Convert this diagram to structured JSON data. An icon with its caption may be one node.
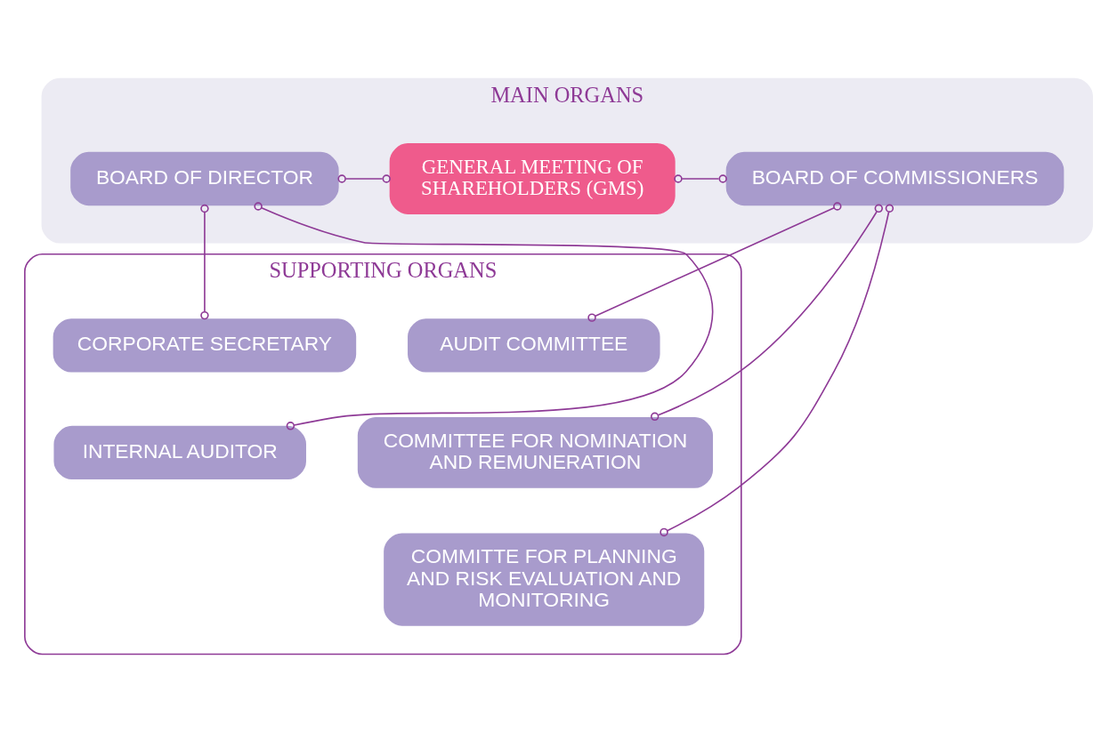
{
  "diagram": {
    "nodes": [
      {
        "text": [
          "MAIN ORGANS"
        ]
      },
      {
        "text": [
          "BOARD OF DIRECTOR"
        ],
        "in": 0
      },
      {
        "text": [
          "GENERAL MEETING OF SHAREHOLDERS (GMS)"
        ],
        "in": 0
      },
      {
        "text": [
          "BOARD OF COMMISSIONERS"
        ],
        "in": 0
      },
      {
        "text": [
          "SUPPORTING ORGANS"
        ]
      },
      {
        "text": [
          "CORPORATE SECRETARY"
        ],
        "in": 4
      },
      {
        "text": [
          "INTERNAL AUDITOR"
        ],
        "in": 4
      },
      {
        "text": [
          "AUDIT COMMITTEE"
        ],
        "in": 4
      },
      {
        "text": [
          "COMMITTEE FOR NOMINATION AND REMUNERATION"
        ],
        "in": 4
      },
      {
        "text": [
          "COMMITTE FOR PLANNING AND RISK EVALUATION AND MONITORING"
        ],
        "in": 4
      }
    ],
    "edges": [
      {
        "from": 1,
        "to": 2,
        "arrow": "other"
      },
      {
        "from": 2,
        "to": 3,
        "arrow": "other"
      },
      {
        "from": 1,
        "to": 5,
        "arrow": "other"
      },
      {
        "from": 1,
        "to": 6,
        "arrow": "other"
      },
      {
        "from": 3,
        "to": 7,
        "arrow": "other"
      },
      {
        "from": 3,
        "to": 8,
        "arrow": "other"
      },
      {
        "from": 3,
        "to": 9,
        "arrow": "other"
      }
    ]
  }
}
